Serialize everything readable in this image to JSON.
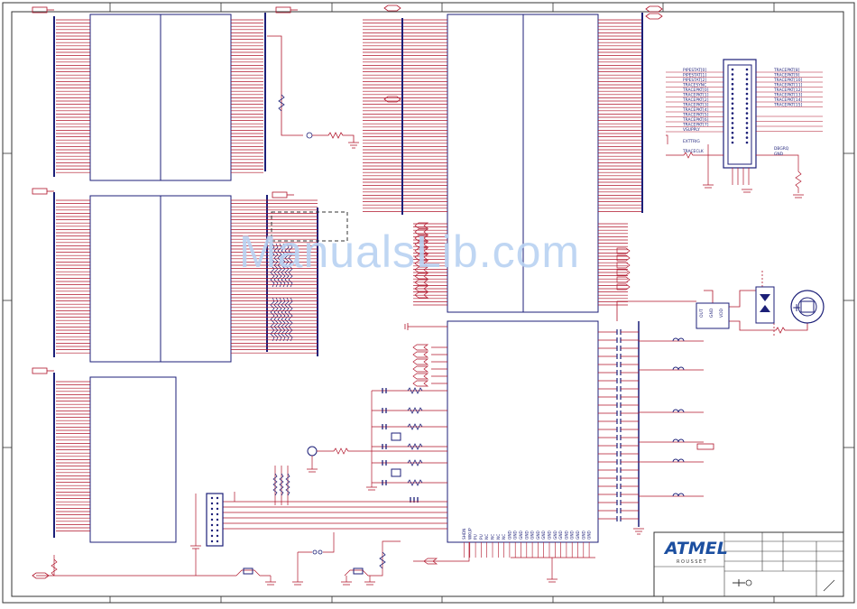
{
  "watermark": "ManualsLib.com",
  "colors": {
    "wire": "#b0142a",
    "part": "#1c1f78",
    "border": "#333333",
    "watermark": "#b9d2f2"
  },
  "jtag": {
    "left_labels": [
      "PIPESTAT[0]",
      "PIPESTAT[1]",
      "PIPESTAT[2]",
      "TRACESYNC",
      "TRACEPKT[0]",
      "TRACEPKT[1]",
      "TRACEPKT[2]",
      "TRACEPKT[3]",
      "TRACEPKT[4]",
      "TRACEPKT[5]",
      "TRACEPKT[6]",
      "TRACEPKT[7]",
      "VSUPPLY"
    ],
    "right_labels": [
      "TRACEPKT[8]",
      "TRACEPKT[9]",
      "TRACEPKT[10]",
      "TRACEPKT[11]",
      "TRACEPKT[12]",
      "TRACEPKT[13]",
      "TRACEPKT[14]",
      "TRACEPKT[15]"
    ],
    "exttrig": "EXTTRIG",
    "traceclk": "TRACECLK",
    "dbgrq": "DBGRQ",
    "gnd": "GND"
  },
  "regulator": {
    "pins": [
      "OUT",
      "GND",
      "VDD"
    ]
  },
  "mcu_bottom_pins": [
    "SHDN",
    "WKUP",
    "PU",
    "PU",
    "NC",
    "NC",
    "NC",
    "NC",
    "GND",
    "GND",
    "GND",
    "GND",
    "GND",
    "GND",
    "GND",
    "GND",
    "GND",
    "GND",
    "GND",
    "GND",
    "GND",
    "GND",
    "GND"
  ],
  "title_block": {
    "logo": "ATMEL",
    "sublogo": "ROUSSET"
  }
}
